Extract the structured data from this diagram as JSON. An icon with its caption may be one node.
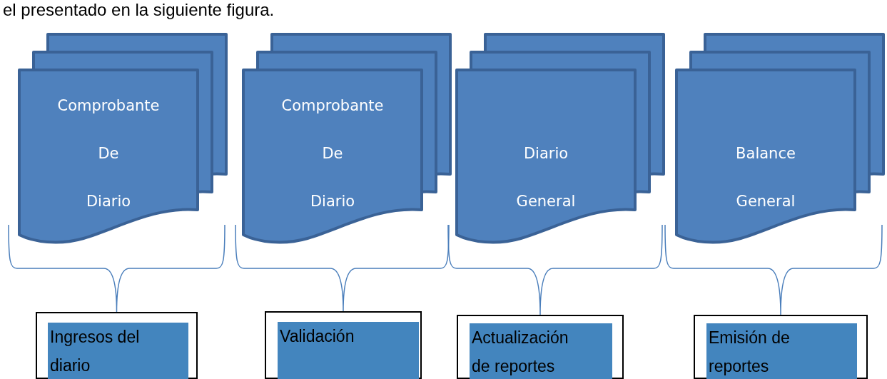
{
  "diagram": {
    "nodes": [
      {
        "text": [
          "Comprobante De Diario"
        ]
      },
      {
        "text": [
          "Comprobante De Diario"
        ]
      },
      {
        "text": [
          "Diario General"
        ]
      },
      {
        "text": [
          "Balance General"
        ]
      },
      {
        "text": [
          "Ingresos del diario"
        ]
      },
      {
        "text": [
          "Validación"
        ]
      },
      {
        "text": [
          "Actualización de reportes"
        ]
      },
      {
        "text": [
          "Emisión de reportes"
        ]
      }
    ],
    "edges": [
      {
        "from": 0,
        "to": 4,
        "arrow": "none"
      },
      {
        "from": 1,
        "to": 5,
        "arrow": "none"
      },
      {
        "from": 2,
        "to": 6,
        "arrow": "none"
      },
      {
        "from": 3,
        "to": 7,
        "arrow": "none"
      }
    ],
    "labels": [
      "el presentado en la siguiente figura."
    ]
  }
}
